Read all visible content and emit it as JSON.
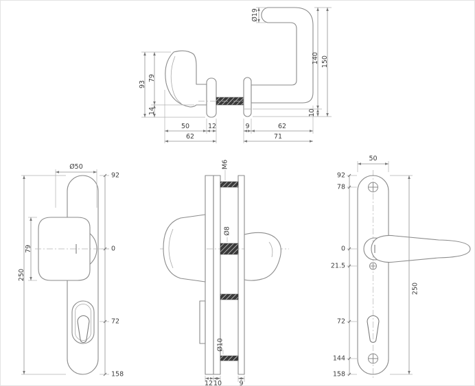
{
  "drawing": {
    "dims": {
      "top": {
        "d93": "93",
        "d79": "79",
        "d14": "14",
        "d50": "50",
        "d12": "12",
        "d62a": "62",
        "d9": "9",
        "d62b": "62",
        "d71": "71",
        "dia19": "Ø19",
        "d140": "140",
        "d150": "150",
        "d10": "10"
      },
      "plate_left": {
        "dia50": "Ø50",
        "d92": "92",
        "d79": "79",
        "d0": "0",
        "d250": "250",
        "d72": "72",
        "d158": "158"
      },
      "section": {
        "m6": "M6",
        "dia8": "Ø8",
        "dia10": "Ø10",
        "d12": "12",
        "d10": "10",
        "d9": "9"
      },
      "plate_right": {
        "d50": "50",
        "d92": "92",
        "d78": "78",
        "d0": "0",
        "d21_5": "21.5",
        "d250": "250",
        "d72": "72",
        "d144": "144",
        "d158": "158"
      }
    }
  }
}
